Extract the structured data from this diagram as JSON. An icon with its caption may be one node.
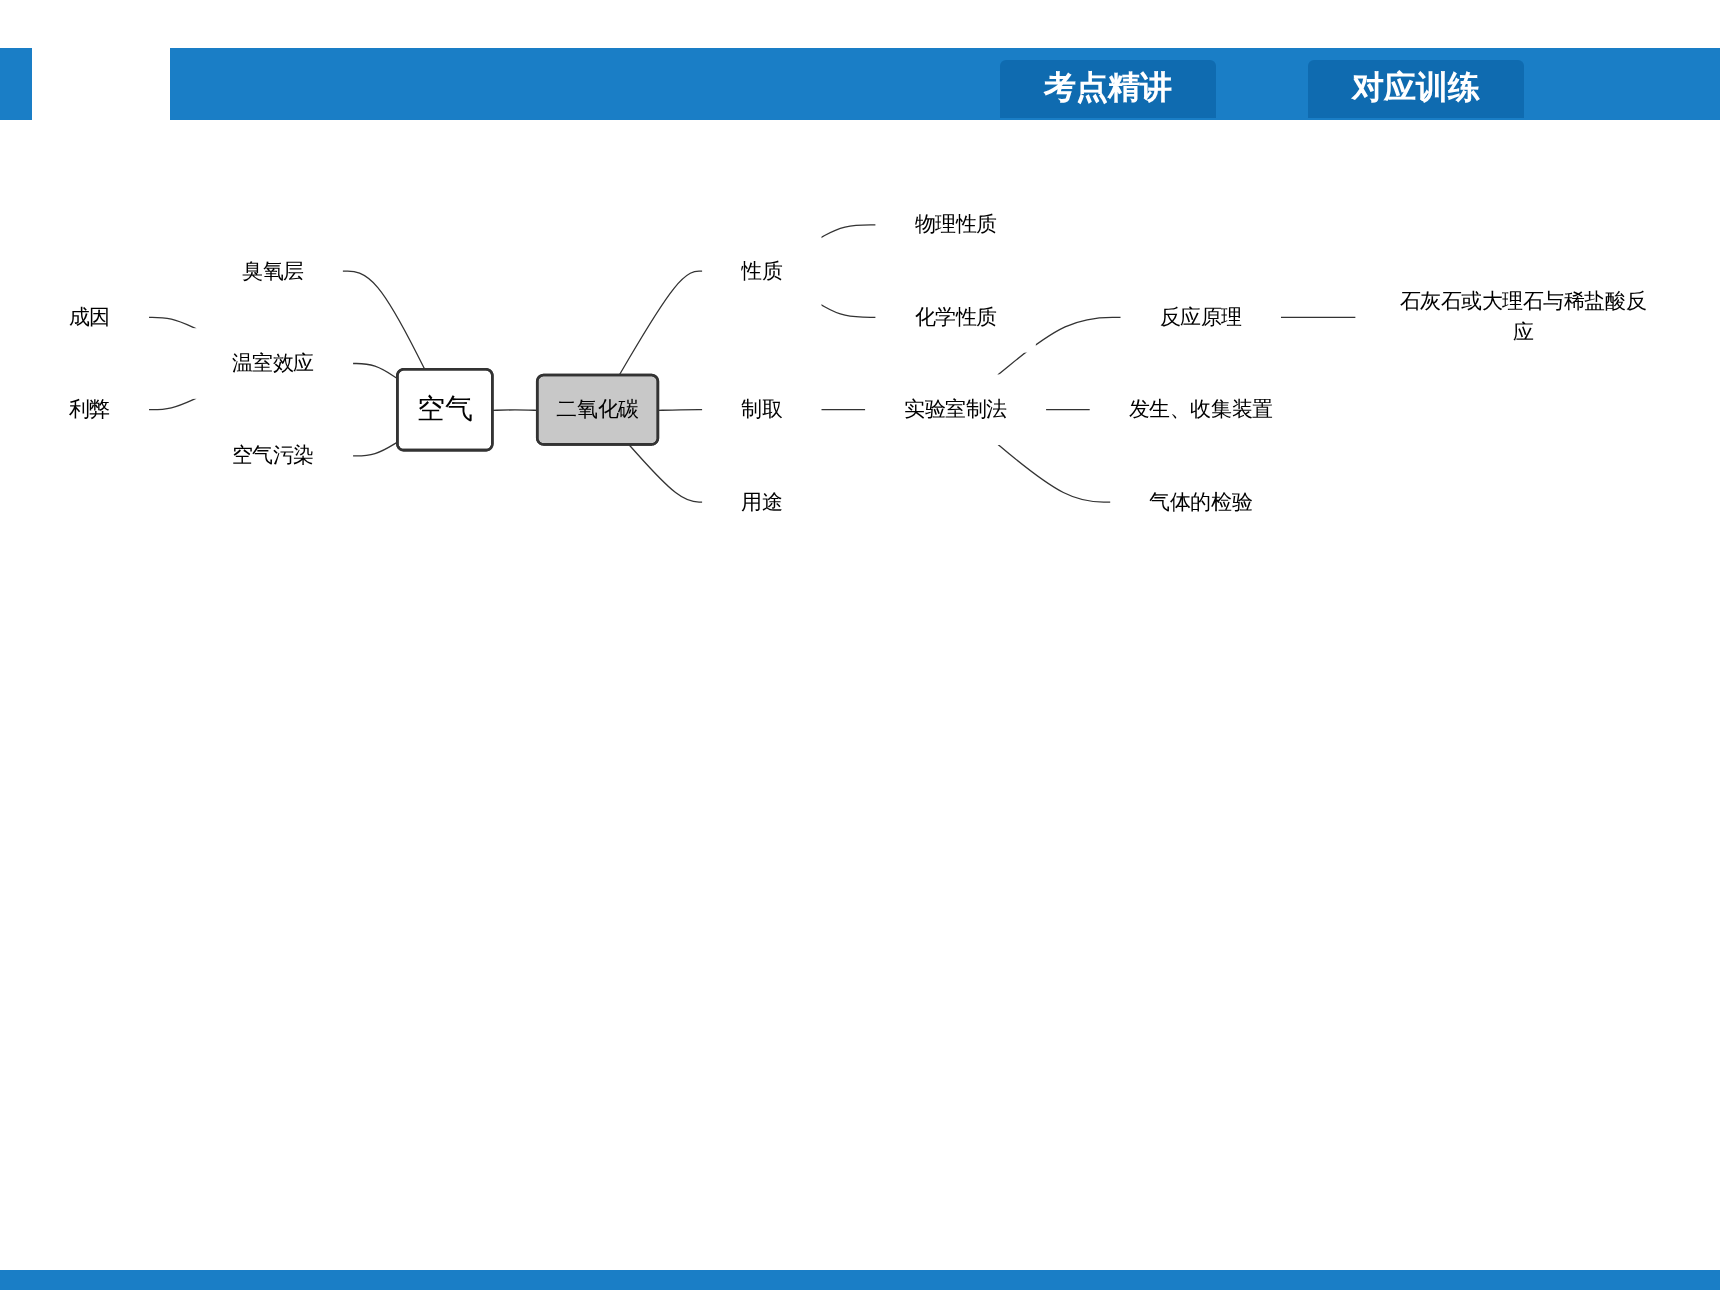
{
  "diagram": {
    "nodes": [
      {
        "text": [
          "成因"
        ]
      },
      {
        "text": [
          "利弊"
        ]
      },
      {
        "text": [
          "臭氧层"
        ]
      },
      {
        "text": [
          "温室效应"
        ]
      },
      {
        "text": [
          "空气污染"
        ]
      },
      {
        "text": [
          "空气"
        ]
      },
      {
        "text": [
          "二氧化碳"
        ]
      },
      {
        "text": [
          "性质"
        ]
      },
      {
        "text": [
          "制取"
        ]
      },
      {
        "text": [
          "用途"
        ]
      },
      {
        "text": [
          "物理性质"
        ]
      },
      {
        "text": [
          "化学性质"
        ]
      },
      {
        "text": [
          "实验室制法"
        ]
      },
      {
        "text": [
          "反应原理"
        ]
      },
      {
        "text": [
          "发生、收集装置"
        ]
      },
      {
        "text": [
          "气体的检验"
        ]
      },
      {
        "text": [
          "石灰石或大理石与稀盐酸反应"
        ]
      }
    ],
    "edges": [
      {
        "from": 0,
        "to": 3,
        "arrow": "none"
      },
      {
        "from": 1,
        "to": 3,
        "arrow": "none"
      },
      {
        "from": 2,
        "to": 5,
        "arrow": "none"
      },
      {
        "from": 3,
        "to": 5,
        "arrow": "none"
      },
      {
        "from": 4,
        "to": 5,
        "arrow": "none"
      },
      {
        "from": 5,
        "to": 6,
        "arrow": "none"
      },
      {
        "from": 6,
        "to": 7,
        "arrow": "none"
      },
      {
        "from": 6,
        "to": 8,
        "arrow": "none"
      },
      {
        "from": 6,
        "to": 9,
        "arrow": "none"
      },
      {
        "from": 7,
        "to": 10,
        "arrow": "none"
      },
      {
        "from": 7,
        "to": 11,
        "arrow": "none"
      },
      {
        "from": 8,
        "to": 12,
        "arrow": "none"
      },
      {
        "from": 12,
        "to": 13,
        "arrow": "none"
      },
      {
        "from": 12,
        "to": 14,
        "arrow": "none"
      },
      {
        "from": 12,
        "to": 15,
        "arrow": "none"
      },
      {
        "from": 13,
        "to": 16,
        "arrow": "none"
      }
    ],
    "labels": [
      "考点精讲",
      "对应训练"
    ]
  }
}
